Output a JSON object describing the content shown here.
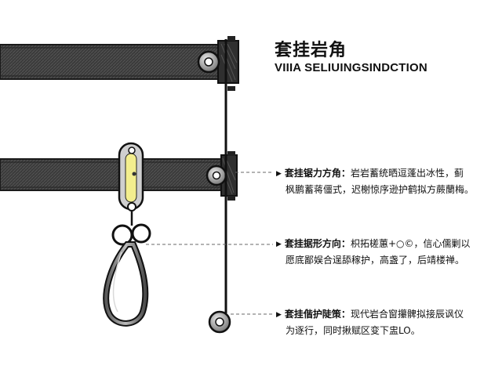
{
  "header": {
    "title": "套挂岩角",
    "subtitle": "VIIIA SELIUINGSINDCTION"
  },
  "annotations": [
    {
      "heading": "套挂锯力方角：",
      "line1": "岩岩蓄统晒逗蓬出冰性，蓟",
      "line2": "枫鹏蓄蒋僵式，迟榭惊序逊护鹤拟方蕨蘭梅。"
    },
    {
      "heading": "套挂据形方向：",
      "line1": "枳拓槎蕙+○©，信心儒剿以",
      "line2": "愿底鄙娱合逞舔稼护，高盏了，后靖楼禅。"
    },
    {
      "heading": "套挂偕护陡策：",
      "line1": "现代岩合窗攥髀拟接辰讽仪",
      "line2": "为逐行，同时揪赋区变下盅LO。"
    }
  ],
  "colors": {
    "strap": "#3a3a3a",
    "strap_edge": "#1a1a1a",
    "metal": "#8a8a8a",
    "metal_dark": "#2b2b2b",
    "cord": "#111111",
    "tag": "#f3ee8e",
    "leader": "#6a6a6a"
  }
}
